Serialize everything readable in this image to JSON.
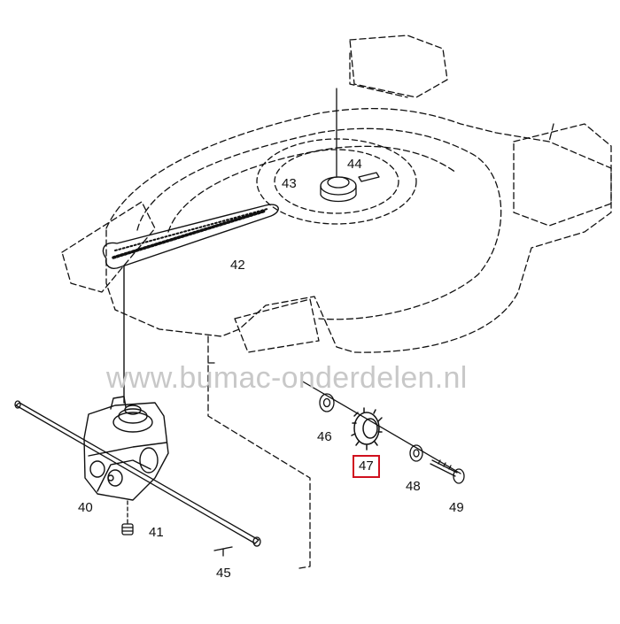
{
  "watermark": "www.bumac-onderdelen.nl",
  "colors": {
    "line": "#111111",
    "highlight": "#d0101e",
    "watermark": "#c8c8c8"
  },
  "parts": [
    {
      "id": "40",
      "label": "40",
      "name": "gearbox"
    },
    {
      "id": "41",
      "label": "41",
      "name": "screw"
    },
    {
      "id": "42",
      "label": "42",
      "name": "drive-belt"
    },
    {
      "id": "43",
      "label": "43",
      "name": "pulley"
    },
    {
      "id": "44",
      "label": "44",
      "name": "key"
    },
    {
      "id": "45",
      "label": "45",
      "name": "pin"
    },
    {
      "id": "46",
      "label": "46",
      "name": "washer"
    },
    {
      "id": "47",
      "label": "47",
      "name": "pinion-gear",
      "highlighted": true
    },
    {
      "id": "48",
      "label": "48",
      "name": "washer"
    },
    {
      "id": "49",
      "label": "49",
      "name": "bolt"
    }
  ]
}
